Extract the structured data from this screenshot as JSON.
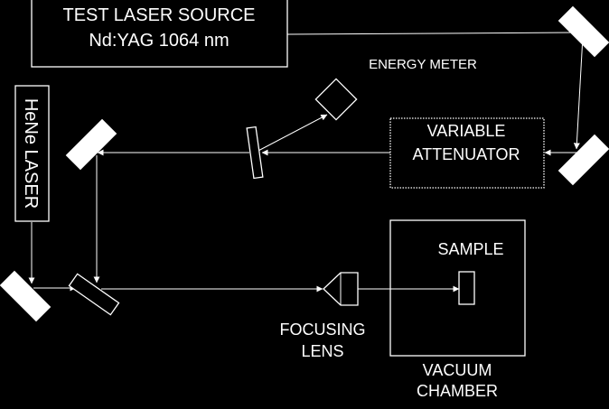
{
  "colors": {
    "background": "#000000",
    "foreground": "#ffffff"
  },
  "components": {
    "test_laser": {
      "line1": "TEST LASER SOURCE",
      "line2": "Nd:YAG 1064 nm"
    },
    "hene_laser": {
      "label": "HeNe LASER"
    },
    "energy_meter": {
      "label": "ENERGY METER"
    },
    "variable_attenuator": {
      "line1": "VARIABLE",
      "line2": "ATTENUATOR"
    },
    "sample": {
      "label": "SAMPLE"
    },
    "focusing_lens": {
      "line1": "FOCUSING",
      "line2": "LENS"
    },
    "vacuum_chamber": {
      "line1": "VACUUM",
      "line2": "CHAMBER"
    }
  }
}
